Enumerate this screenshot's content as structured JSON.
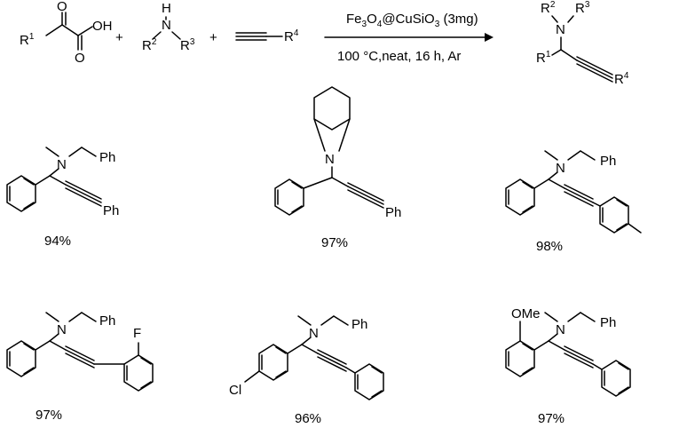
{
  "scheme": {
    "reagent_above": "Fe3O4@CuSiO3 (3mg)",
    "conditions_below": "100 °C,neat, 16 h, Ar",
    "reactant1": {
      "R": "R",
      "sup": "1",
      "O_top": "O",
      "OH": "OH",
      "O_bottom": "O"
    },
    "reactant2": {
      "N": "N",
      "H": "H",
      "R2": "R",
      "R2_sup": "2",
      "R3": "R",
      "R3_sup": "3"
    },
    "reactant3": {
      "R4": "R",
      "R4_sup": "4"
    },
    "plus": "+",
    "product": {
      "R2": "R",
      "R2_sup": "2",
      "R3": "R",
      "R3_sup": "3",
      "N": "N",
      "R1": "R",
      "R1_sup": "1",
      "R4": "R",
      "R4_sup": "4"
    }
  },
  "products": [
    {
      "yield": "94%",
      "N": "N",
      "sub": "Ph",
      "end": "Ph"
    },
    {
      "yield": "97%",
      "N": "N",
      "end": "Ph"
    },
    {
      "yield": "98%",
      "N": "N",
      "sub": "Ph"
    },
    {
      "yield": "97%",
      "N": "N",
      "sub": "Ph",
      "halogen": "F"
    },
    {
      "yield": "96%",
      "N": "N",
      "sub": "Ph",
      "halogen": "Cl"
    },
    {
      "yield": "97%",
      "N": "N",
      "sub": "Ph",
      "ome": "OMe"
    }
  ],
  "colors": {
    "ink": "#000000",
    "background": "#ffffff"
  }
}
